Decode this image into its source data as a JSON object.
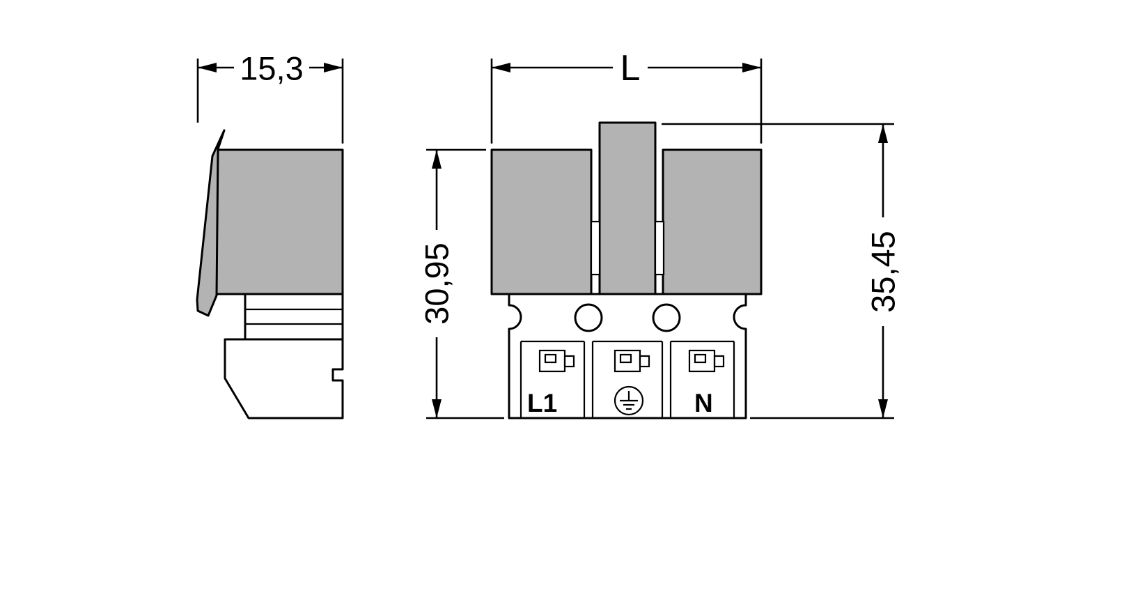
{
  "drawing": {
    "background": "#ffffff",
    "outline_color": "#000000",
    "housing_fill": "#b3b3b3",
    "clamp_fill": "#f1a24d"
  },
  "side_view": {
    "width_dimension": "15,3"
  },
  "front_view": {
    "length_dimension": "L",
    "pin_height_dimension": "30,95",
    "overall_height_dimension": "35,45",
    "terminals": {
      "left_label": "L1",
      "center_symbol": "protective-earth",
      "right_label": "N"
    }
  }
}
